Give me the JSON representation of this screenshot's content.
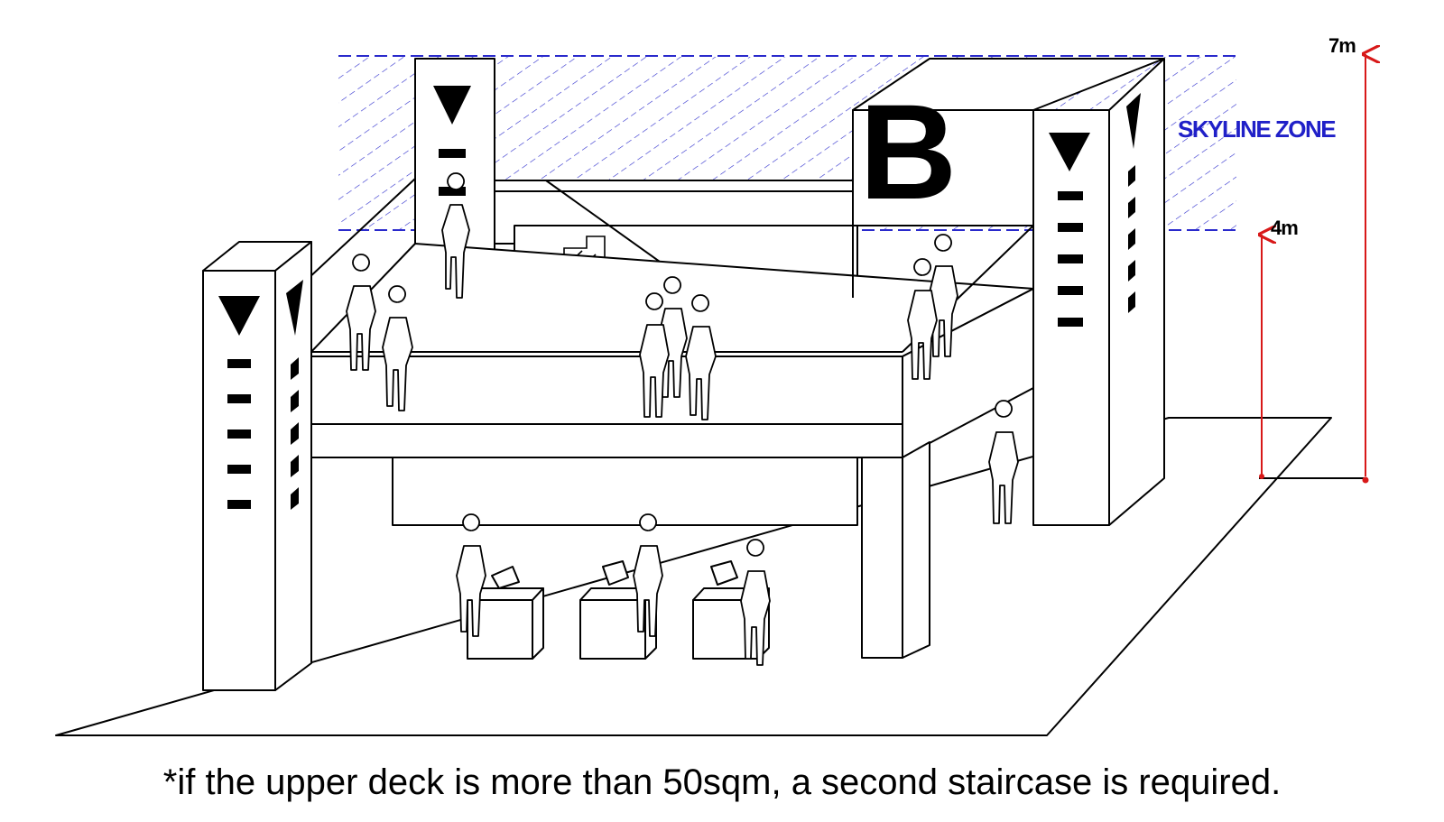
{
  "labels": {
    "skyline_zone": "SKYLINE ZONE",
    "height_upper": "7m",
    "height_lower": "4m",
    "tower_letter": "B"
  },
  "caption": "*if the upper deck is more than 50sqm, a second staircase is required.",
  "colors": {
    "skyline_hatch": "#2a2acc",
    "skyline_text": "#2020c8",
    "dimension_lines": "#d81818",
    "linework": "#000000"
  }
}
